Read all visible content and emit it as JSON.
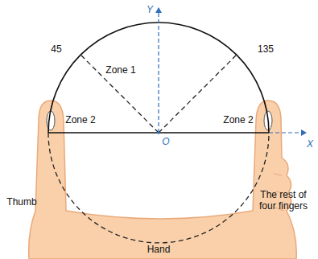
{
  "diagram": {
    "labels": [
      "Y",
      "45",
      "135",
      "Zone 1",
      "Zone 2",
      "Zone 2",
      "O",
      "X",
      "Thumb",
      "The rest of four fingers",
      "Hand"
    ]
  }
}
